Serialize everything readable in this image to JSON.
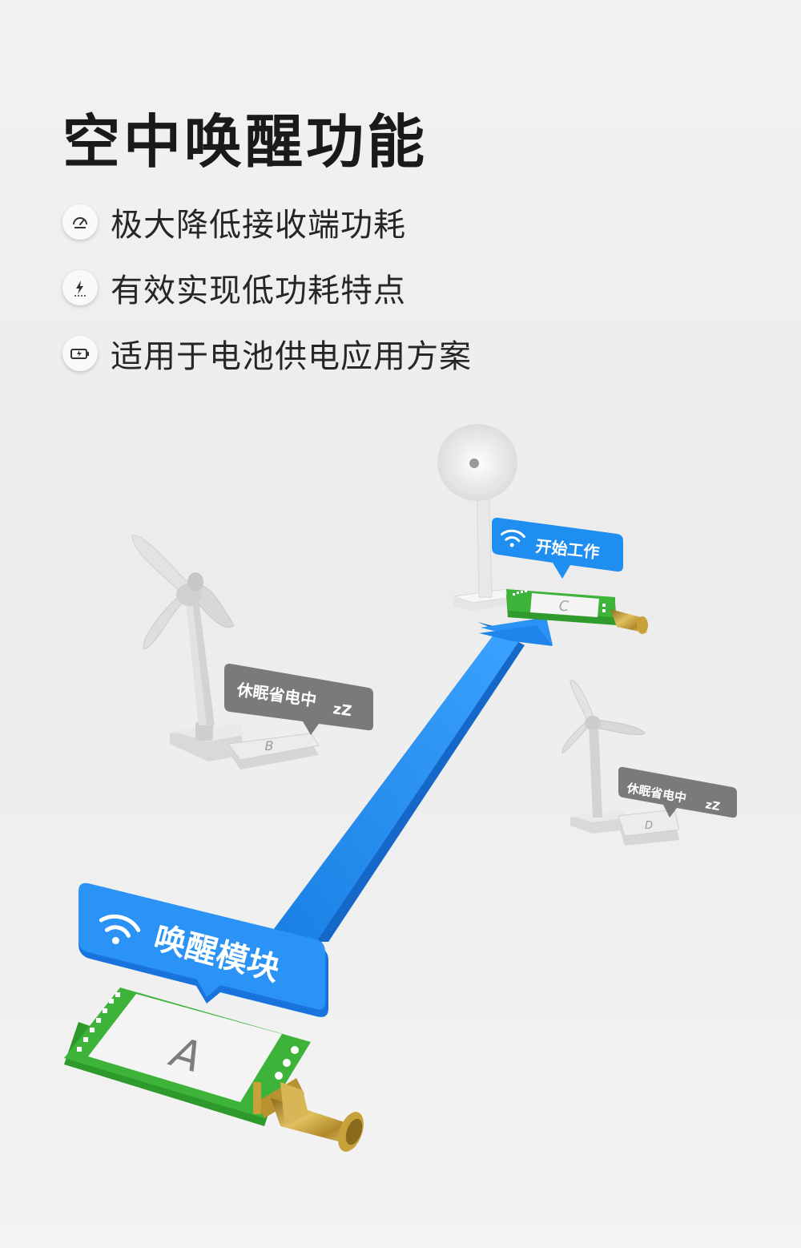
{
  "headline": "空中唤醒功能",
  "features": [
    {
      "icon": "power-gauge-icon",
      "label": "极大降低接收端功耗"
    },
    {
      "icon": "lightning-icon",
      "label": "有效实现低功耗特点"
    },
    {
      "icon": "battery-charging-icon",
      "label": "适用于电池供电应用方案"
    }
  ],
  "scene": {
    "module_a": {
      "letter": "A",
      "bubble": "唤醒模块"
    },
    "module_b": {
      "letter": "B",
      "bubble": "休眠省电中",
      "zz": "zZ"
    },
    "module_c": {
      "letter": "C",
      "bubble": "开始工作"
    },
    "module_d": {
      "letter": "D",
      "bubble": "休眠省电中",
      "zz": "zZ"
    }
  },
  "colors": {
    "accent_blue": "#1f8ef1",
    "pcb_green": "#3db33a",
    "sleep_gray": "#777777",
    "gold": "#c9a13a"
  }
}
